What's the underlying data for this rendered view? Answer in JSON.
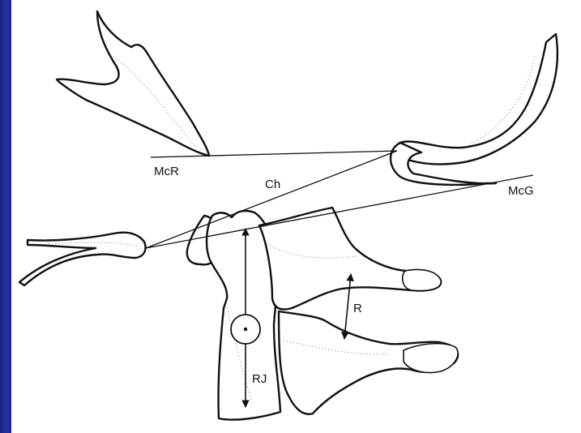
{
  "slide": {
    "background_color": "#1c2a8c",
    "panel_color": "#ffffff"
  },
  "labels": {
    "mcr": "McR",
    "ch": "Ch",
    "mcg": "McG",
    "r": "R",
    "rj": "RJ"
  },
  "icons": {
    "arrow": "double-headed-arrow",
    "circle": "marker-circle"
  }
}
